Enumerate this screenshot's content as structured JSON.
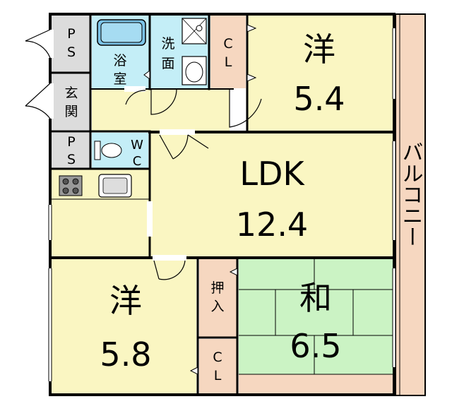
{
  "colors": {
    "yellow": "#faf6c2",
    "blue": "#c4eef7",
    "peach": "#f6d7c0",
    "green": "#cbf3c4",
    "grey": "#dcdcdc",
    "wall": "#000000"
  },
  "rooms": {
    "western1": {
      "name": "洋",
      "size": "5.4"
    },
    "ldk": {
      "name": "LDK",
      "size": "12.4"
    },
    "western2": {
      "name": "洋",
      "size": "5.8"
    },
    "japanese": {
      "name": "和",
      "size": "6.5"
    },
    "bath": {
      "name": [
        "浴",
        "室"
      ]
    },
    "washroom": {
      "name": [
        "洗",
        "面"
      ]
    },
    "entrance": {
      "name": [
        "玄",
        "関"
      ]
    },
    "toilet": {
      "name": [
        "W",
        "C"
      ]
    },
    "closet_top": {
      "name": [
        "C",
        "L"
      ]
    },
    "closet_bottom": {
      "name": [
        "C",
        "L"
      ]
    },
    "oshiire": {
      "name": [
        "押",
        "入"
      ]
    },
    "ps_top": {
      "name": [
        "P",
        "S"
      ]
    },
    "ps_mid": {
      "name": [
        "P",
        "S"
      ]
    },
    "balcony": {
      "name": "バルコニー"
    }
  }
}
